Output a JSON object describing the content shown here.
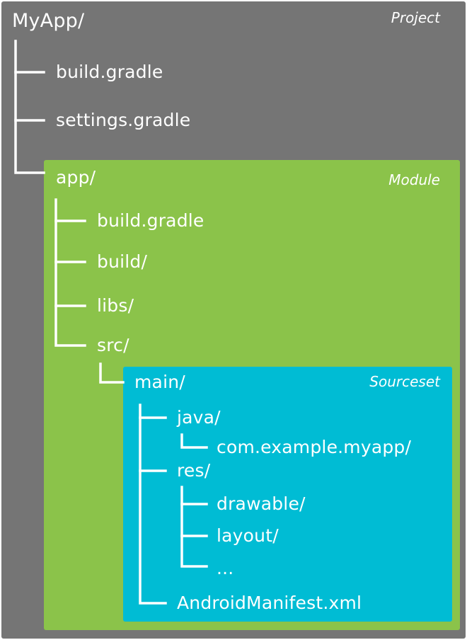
{
  "project": {
    "tag": "Project",
    "root": "MyApp/",
    "items": [
      "build.gradle",
      "settings.gradle"
    ]
  },
  "module": {
    "tag": "Module",
    "root": "app/",
    "items": [
      "build.gradle",
      "build/",
      "libs/",
      "src/"
    ]
  },
  "sourceset": {
    "tag": "Sourceset",
    "root": "main/",
    "java": "java/",
    "java_children": [
      "com.example.myapp/"
    ],
    "res": "res/",
    "res_children": [
      "drawable/",
      "layout/",
      "..."
    ],
    "manifest": "AndroidManifest.xml"
  },
  "colors": {
    "project_bg": "#757575",
    "module_bg": "#8bc34a",
    "sourceset_bg": "#00bcd4",
    "text": "#ffffff"
  }
}
